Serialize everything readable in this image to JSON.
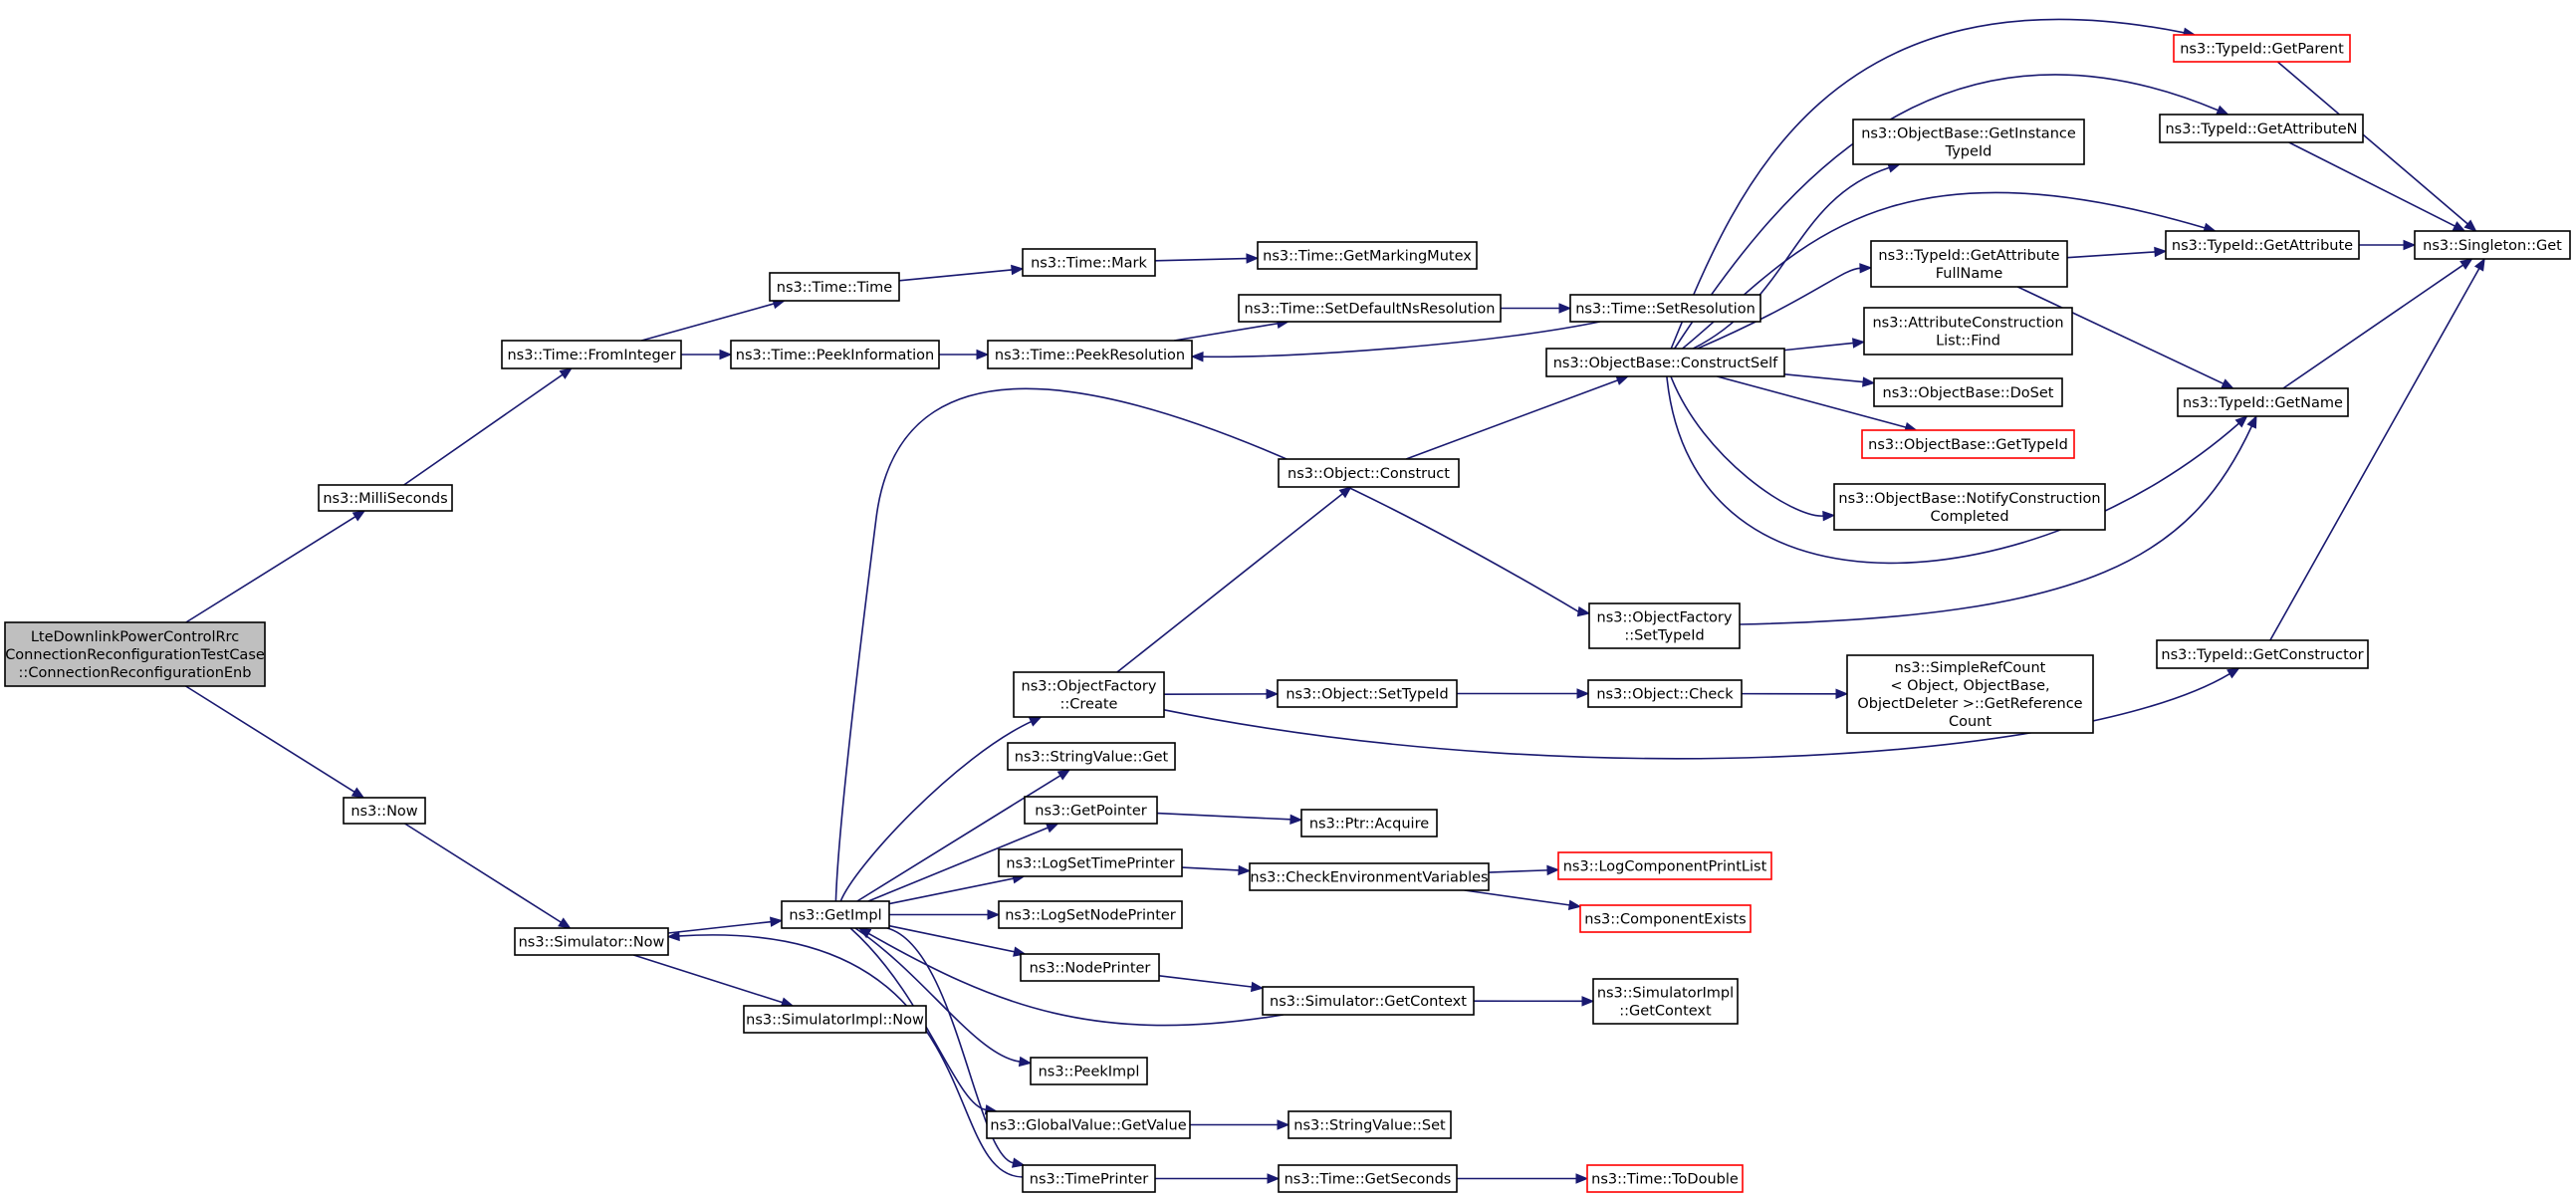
{
  "colors": {
    "edge": "#191970",
    "node_border": "#000000",
    "truncated_border": "#ff0000",
    "root_fill": "#bfbfbf",
    "background": "#ffffff"
  },
  "nodes": [
    {
      "id": "root",
      "lines": [
        "LteDownlinkPowerControlRrc",
        "ConnectionReconfigurationTestCase",
        "::ConnectionReconfigurationEnb"
      ],
      "style": "root"
    },
    {
      "id": "MilliSeconds",
      "lines": [
        "ns3::MilliSeconds"
      ],
      "style": "normal"
    },
    {
      "id": "Now",
      "lines": [
        "ns3::Now"
      ],
      "style": "normal"
    },
    {
      "id": "FromInteger",
      "lines": [
        "ns3::Time::FromInteger"
      ],
      "style": "normal"
    },
    {
      "id": "TimeTime",
      "lines": [
        "ns3::Time::Time"
      ],
      "style": "normal"
    },
    {
      "id": "PeekInformation",
      "lines": [
        "ns3::Time::PeekInformation"
      ],
      "style": "normal"
    },
    {
      "id": "Mark",
      "lines": [
        "ns3::Time::Mark"
      ],
      "style": "normal"
    },
    {
      "id": "PeekResolution",
      "lines": [
        "ns3::Time::PeekResolution"
      ],
      "style": "normal"
    },
    {
      "id": "GetMarkingMutex",
      "lines": [
        "ns3::Time::GetMarkingMutex"
      ],
      "style": "normal"
    },
    {
      "id": "SetDefaultNsResolution",
      "lines": [
        "ns3::Time::SetDefaultNsResolution"
      ],
      "style": "normal"
    },
    {
      "id": "SetResolution",
      "lines": [
        "ns3::Time::SetResolution"
      ],
      "style": "normal"
    },
    {
      "id": "SimNow",
      "lines": [
        "ns3::Simulator::Now"
      ],
      "style": "normal"
    },
    {
      "id": "GetImpl",
      "lines": [
        "ns3::GetImpl"
      ],
      "style": "normal"
    },
    {
      "id": "SimImplNow",
      "lines": [
        "ns3::SimulatorImpl::Now"
      ],
      "style": "normal"
    },
    {
      "id": "ObjConstruct",
      "lines": [
        "ns3::Object::Construct"
      ],
      "style": "normal"
    },
    {
      "id": "ConstructSelf",
      "lines": [
        "ns3::ObjectBase::ConstructSelf"
      ],
      "style": "normal"
    },
    {
      "id": "GetInstanceTypeId",
      "lines": [
        "ns3::ObjectBase::GetInstance",
        "TypeId"
      ],
      "style": "normal"
    },
    {
      "id": "GetAttributeFullName",
      "lines": [
        "ns3::TypeId::GetAttribute",
        "FullName"
      ],
      "style": "normal"
    },
    {
      "id": "ACLFind",
      "lines": [
        "ns3::AttributeConstruction",
        "List::Find"
      ],
      "style": "normal"
    },
    {
      "id": "DoSet",
      "lines": [
        "ns3::ObjectBase::DoSet"
      ],
      "style": "normal"
    },
    {
      "id": "ObjBaseGetTypeId",
      "lines": [
        "ns3::ObjectBase::GetTypeId"
      ],
      "style": "truncated"
    },
    {
      "id": "NotifyConstruction",
      "lines": [
        "ns3::ObjectBase::NotifyConstruction",
        "Completed"
      ],
      "style": "normal"
    },
    {
      "id": "GetParent",
      "lines": [
        "ns3::TypeId::GetParent"
      ],
      "style": "truncated"
    },
    {
      "id": "GetAttributeN",
      "lines": [
        "ns3::TypeId::GetAttributeN"
      ],
      "style": "normal"
    },
    {
      "id": "GetAttribute",
      "lines": [
        "ns3::TypeId::GetAttribute"
      ],
      "style": "normal"
    },
    {
      "id": "SingletonGet",
      "lines": [
        "ns3::Singleton::Get"
      ],
      "style": "normal"
    },
    {
      "id": "GetName",
      "lines": [
        "ns3::TypeId::GetName"
      ],
      "style": "normal"
    },
    {
      "id": "OFSetTypeId",
      "lines": [
        "ns3::ObjectFactory",
        "::SetTypeId"
      ],
      "style": "normal"
    },
    {
      "id": "GetConstructor",
      "lines": [
        "ns3::TypeId::GetConstructor"
      ],
      "style": "normal"
    },
    {
      "id": "OFCreate",
      "lines": [
        "ns3::ObjectFactory",
        "::Create"
      ],
      "style": "normal"
    },
    {
      "id": "ObjSetTypeId",
      "lines": [
        "ns3::Object::SetTypeId"
      ],
      "style": "normal"
    },
    {
      "id": "ObjCheck",
      "lines": [
        "ns3::Object::Check"
      ],
      "style": "normal"
    },
    {
      "id": "GetRefCount",
      "lines": [
        "ns3::SimpleRefCount",
        "< Object, ObjectBase,",
        " ObjectDeleter >::GetReference",
        "Count"
      ],
      "style": "normal"
    },
    {
      "id": "StringValueGet",
      "lines": [
        "ns3::StringValue::Get"
      ],
      "style": "normal"
    },
    {
      "id": "GetPointer",
      "lines": [
        "ns3::GetPointer"
      ],
      "style": "normal"
    },
    {
      "id": "PtrAcquire",
      "lines": [
        "ns3::Ptr::Acquire"
      ],
      "style": "normal"
    },
    {
      "id": "LogSetTimePrinter",
      "lines": [
        "ns3::LogSetTimePrinter"
      ],
      "style": "normal"
    },
    {
      "id": "CheckEnvVars",
      "lines": [
        "ns3::CheckEnvironmentVariables"
      ],
      "style": "normal"
    },
    {
      "id": "LogComponentPrintList",
      "lines": [
        "ns3::LogComponentPrintList"
      ],
      "style": "truncated"
    },
    {
      "id": "ComponentExists",
      "lines": [
        "ns3::ComponentExists"
      ],
      "style": "truncated"
    },
    {
      "id": "LogSetNodePrinter",
      "lines": [
        "ns3::LogSetNodePrinter"
      ],
      "style": "normal"
    },
    {
      "id": "NodePrinter",
      "lines": [
        "ns3::NodePrinter"
      ],
      "style": "normal"
    },
    {
      "id": "SimGetContext",
      "lines": [
        "ns3::Simulator::GetContext"
      ],
      "style": "normal"
    },
    {
      "id": "SimImplGetContext",
      "lines": [
        "ns3::SimulatorImpl",
        "::GetContext"
      ],
      "style": "normal"
    },
    {
      "id": "PeekImpl",
      "lines": [
        "ns3::PeekImpl"
      ],
      "style": "normal"
    },
    {
      "id": "GVGetValue",
      "lines": [
        "ns3::GlobalValue::GetValue"
      ],
      "style": "normal"
    },
    {
      "id": "StringValueSet",
      "lines": [
        "ns3::StringValue::Set"
      ],
      "style": "normal"
    },
    {
      "id": "TimePrinter",
      "lines": [
        "ns3::TimePrinter"
      ],
      "style": "normal"
    },
    {
      "id": "GetSeconds",
      "lines": [
        "ns3::Time::GetSeconds"
      ],
      "style": "normal"
    },
    {
      "id": "ToDouble",
      "lines": [
        "ns3::Time::ToDouble"
      ],
      "style": "truncated"
    }
  ],
  "edges": [
    {
      "from": "root",
      "to": "MilliSeconds"
    },
    {
      "from": "root",
      "to": "Now"
    },
    {
      "from": "MilliSeconds",
      "to": "FromInteger"
    },
    {
      "from": "FromInteger",
      "to": "TimeTime"
    },
    {
      "from": "FromInteger",
      "to": "PeekInformation"
    },
    {
      "from": "TimeTime",
      "to": "Mark"
    },
    {
      "from": "Mark",
      "to": "GetMarkingMutex"
    },
    {
      "from": "PeekInformation",
      "to": "PeekResolution"
    },
    {
      "from": "PeekResolution",
      "to": "SetDefaultNsResolution"
    },
    {
      "from": "SetDefaultNsResolution",
      "to": "SetResolution"
    },
    {
      "from": "SetResolution",
      "to": "PeekResolution"
    },
    {
      "from": "Now",
      "to": "SimNow"
    },
    {
      "from": "SimNow",
      "to": "GetImpl"
    },
    {
      "from": "SimNow",
      "to": "SimImplNow"
    },
    {
      "from": "GetImpl",
      "to": "OFSetTypeId"
    },
    {
      "from": "GetImpl",
      "to": "OFCreate"
    },
    {
      "from": "GetImpl",
      "to": "StringValueGet"
    },
    {
      "from": "GetImpl",
      "to": "GetPointer"
    },
    {
      "from": "GetImpl",
      "to": "LogSetTimePrinter"
    },
    {
      "from": "GetImpl",
      "to": "LogSetNodePrinter"
    },
    {
      "from": "GetImpl",
      "to": "NodePrinter"
    },
    {
      "from": "GetImpl",
      "to": "PeekImpl"
    },
    {
      "from": "GetImpl",
      "to": "GVGetValue"
    },
    {
      "from": "GetImpl",
      "to": "TimePrinter"
    },
    {
      "from": "OFCreate",
      "to": "ObjConstruct"
    },
    {
      "from": "OFCreate",
      "to": "ObjSetTypeId"
    },
    {
      "from": "OFCreate",
      "to": "GetConstructor"
    },
    {
      "from": "ObjConstruct",
      "to": "ConstructSelf"
    },
    {
      "from": "ConstructSelf",
      "to": "GetParent"
    },
    {
      "from": "ConstructSelf",
      "to": "GetAttributeN"
    },
    {
      "from": "ConstructSelf",
      "to": "GetInstanceTypeId"
    },
    {
      "from": "ConstructSelf",
      "to": "GetAttribute"
    },
    {
      "from": "ConstructSelf",
      "to": "GetAttributeFullName"
    },
    {
      "from": "ConstructSelf",
      "to": "ACLFind"
    },
    {
      "from": "ConstructSelf",
      "to": "DoSet"
    },
    {
      "from": "ConstructSelf",
      "to": "ObjBaseGetTypeId"
    },
    {
      "from": "ConstructSelf",
      "to": "NotifyConstruction"
    },
    {
      "from": "ConstructSelf",
      "to": "GetName"
    },
    {
      "from": "GetAttributeFullName",
      "to": "GetAttribute"
    },
    {
      "from": "GetAttributeFullName",
      "to": "GetName"
    },
    {
      "from": "GetParent",
      "to": "SingletonGet"
    },
    {
      "from": "GetAttributeN",
      "to": "SingletonGet"
    },
    {
      "from": "GetAttribute",
      "to": "SingletonGet"
    },
    {
      "from": "GetName",
      "to": "SingletonGet"
    },
    {
      "from": "OFSetTypeId",
      "to": "GetName"
    },
    {
      "from": "GetConstructor",
      "to": "SingletonGet"
    },
    {
      "from": "ObjSetTypeId",
      "to": "ObjCheck"
    },
    {
      "from": "ObjCheck",
      "to": "GetRefCount"
    },
    {
      "from": "GetPointer",
      "to": "PtrAcquire"
    },
    {
      "from": "LogSetTimePrinter",
      "to": "CheckEnvVars"
    },
    {
      "from": "CheckEnvVars",
      "to": "LogComponentPrintList"
    },
    {
      "from": "CheckEnvVars",
      "to": "ComponentExists"
    },
    {
      "from": "NodePrinter",
      "to": "SimGetContext"
    },
    {
      "from": "SimGetContext",
      "to": "GetImpl"
    },
    {
      "from": "SimGetContext",
      "to": "SimImplGetContext"
    },
    {
      "from": "GVGetValue",
      "to": "StringValueSet"
    },
    {
      "from": "TimePrinter",
      "to": "SimNow"
    },
    {
      "from": "TimePrinter",
      "to": "GetSeconds"
    },
    {
      "from": "GetSeconds",
      "to": "ToDouble"
    }
  ]
}
